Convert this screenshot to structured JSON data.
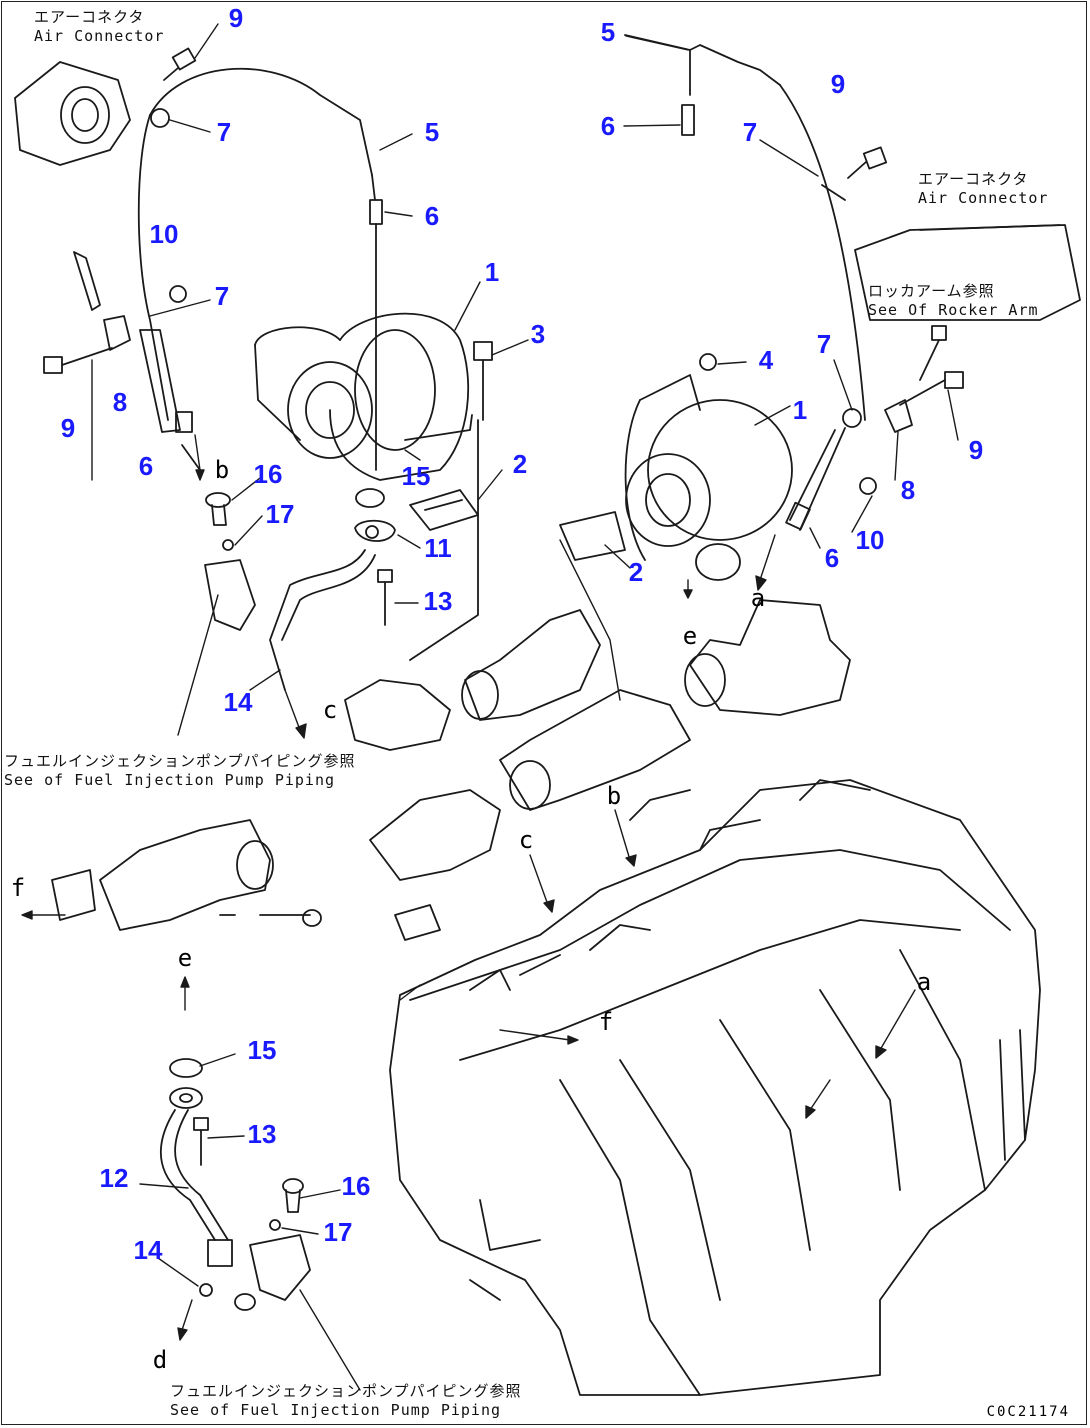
{
  "colors": {
    "callout": "#1a1aff",
    "line": "#1a1a1a"
  },
  "notes": {
    "air_connector_left": {
      "jp": "エアーコネクタ",
      "en": "Air Connector"
    },
    "air_connector_right": {
      "jp": "エアーコネクタ",
      "en": "Air Connector"
    },
    "rocker_arm": {
      "jp": "ロッカアーム参照",
      "en": "See Of Rocker Arm"
    },
    "fuel_pump_middle": {
      "jp": "フュエルインジェクションポンプパイピング参照",
      "en": "See of Fuel Injection Pump Piping"
    },
    "fuel_pump_bottom": {
      "jp": "フュエルインジェクションポンプパイピング参照",
      "en": "See of Fuel Injection Pump Piping"
    }
  },
  "callouts": [
    {
      "n": "9"
    },
    {
      "n": "7"
    },
    {
      "n": "5"
    },
    {
      "n": "6"
    },
    {
      "n": "10"
    },
    {
      "n": "7"
    },
    {
      "n": "9"
    },
    {
      "n": "8"
    },
    {
      "n": "6"
    },
    {
      "n": "1"
    },
    {
      "n": "3"
    },
    {
      "n": "16"
    },
    {
      "n": "17"
    },
    {
      "n": "15"
    },
    {
      "n": "2"
    },
    {
      "n": "11"
    },
    {
      "n": "13"
    },
    {
      "n": "14"
    },
    {
      "n": "5"
    },
    {
      "n": "6"
    },
    {
      "n": "7"
    },
    {
      "n": "9"
    },
    {
      "n": "4"
    },
    {
      "n": "1"
    },
    {
      "n": "7"
    },
    {
      "n": "9"
    },
    {
      "n": "8"
    },
    {
      "n": "10"
    },
    {
      "n": "6"
    },
    {
      "n": "2"
    },
    {
      "n": "15"
    },
    {
      "n": "13"
    },
    {
      "n": "12"
    },
    {
      "n": "16"
    },
    {
      "n": "17"
    },
    {
      "n": "14"
    }
  ],
  "letters": [
    "b",
    "a",
    "e",
    "b",
    "c",
    "c",
    "a",
    "f",
    "e",
    "d",
    "f"
  ],
  "drawing_code": "C0C21174"
}
